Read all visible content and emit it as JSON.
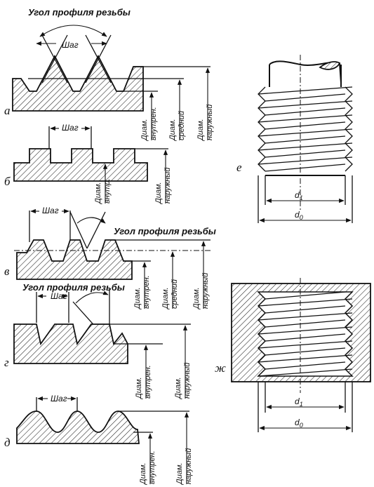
{
  "panels": {
    "a": "а",
    "b": "б",
    "v": "в",
    "g": "г",
    "d": "д",
    "e": "е",
    "zh": "ж"
  },
  "labels": {
    "profile_angle": "Угол профиля резьбы",
    "pitch": "Шаг",
    "diam": "Диам.",
    "inner": "внутрен.",
    "inner_short": "внутр.",
    "middle": "средний",
    "outer": "наружный",
    "d1": "d",
    "d1_sub": "1",
    "d0": "d",
    "d0_sub": "0"
  }
}
